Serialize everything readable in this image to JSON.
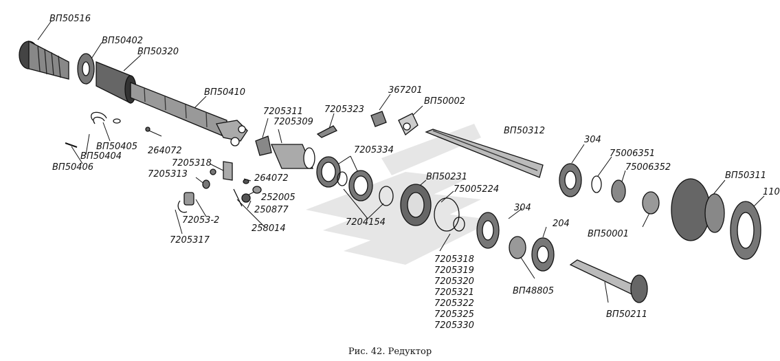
{
  "caption": "Рис. 42. Редуктор",
  "labels": {
    "p1": "ВП50516",
    "p2": "ВП50402",
    "p3": "ВП50320",
    "p4": "ВП50410",
    "p5": "7205311",
    "p6": "7205309",
    "p7": "7205323",
    "p8": "367201",
    "p9": "ВП50002",
    "p10": "ВП50312",
    "p11": "304",
    "p12": "75006351",
    "p13": "75006352",
    "p14": "ВП50311",
    "p15": "110",
    "p16": "ВП50405",
    "p17": "ВП50404",
    "p18": "ВП50406",
    "p19": "264072",
    "p20": "7205318",
    "p21": "7205313",
    "p22": "264072",
    "p23": "252005",
    "p24": "250877",
    "p25": "72053-2",
    "p26": "258014",
    "p27": "7205317",
    "p28": "7205334",
    "p29": "ВП50231",
    "p30": "75005224",
    "p31": "7204154",
    "p32": "304",
    "p33": "204",
    "p34": "ВП50001",
    "p35": "ВП48805",
    "p36": "ВП50211"
  },
  "stack_labels": [
    "7205318",
    "7205319",
    "7205320",
    "7205321",
    "7205322",
    "7205325",
    "7205330"
  ]
}
